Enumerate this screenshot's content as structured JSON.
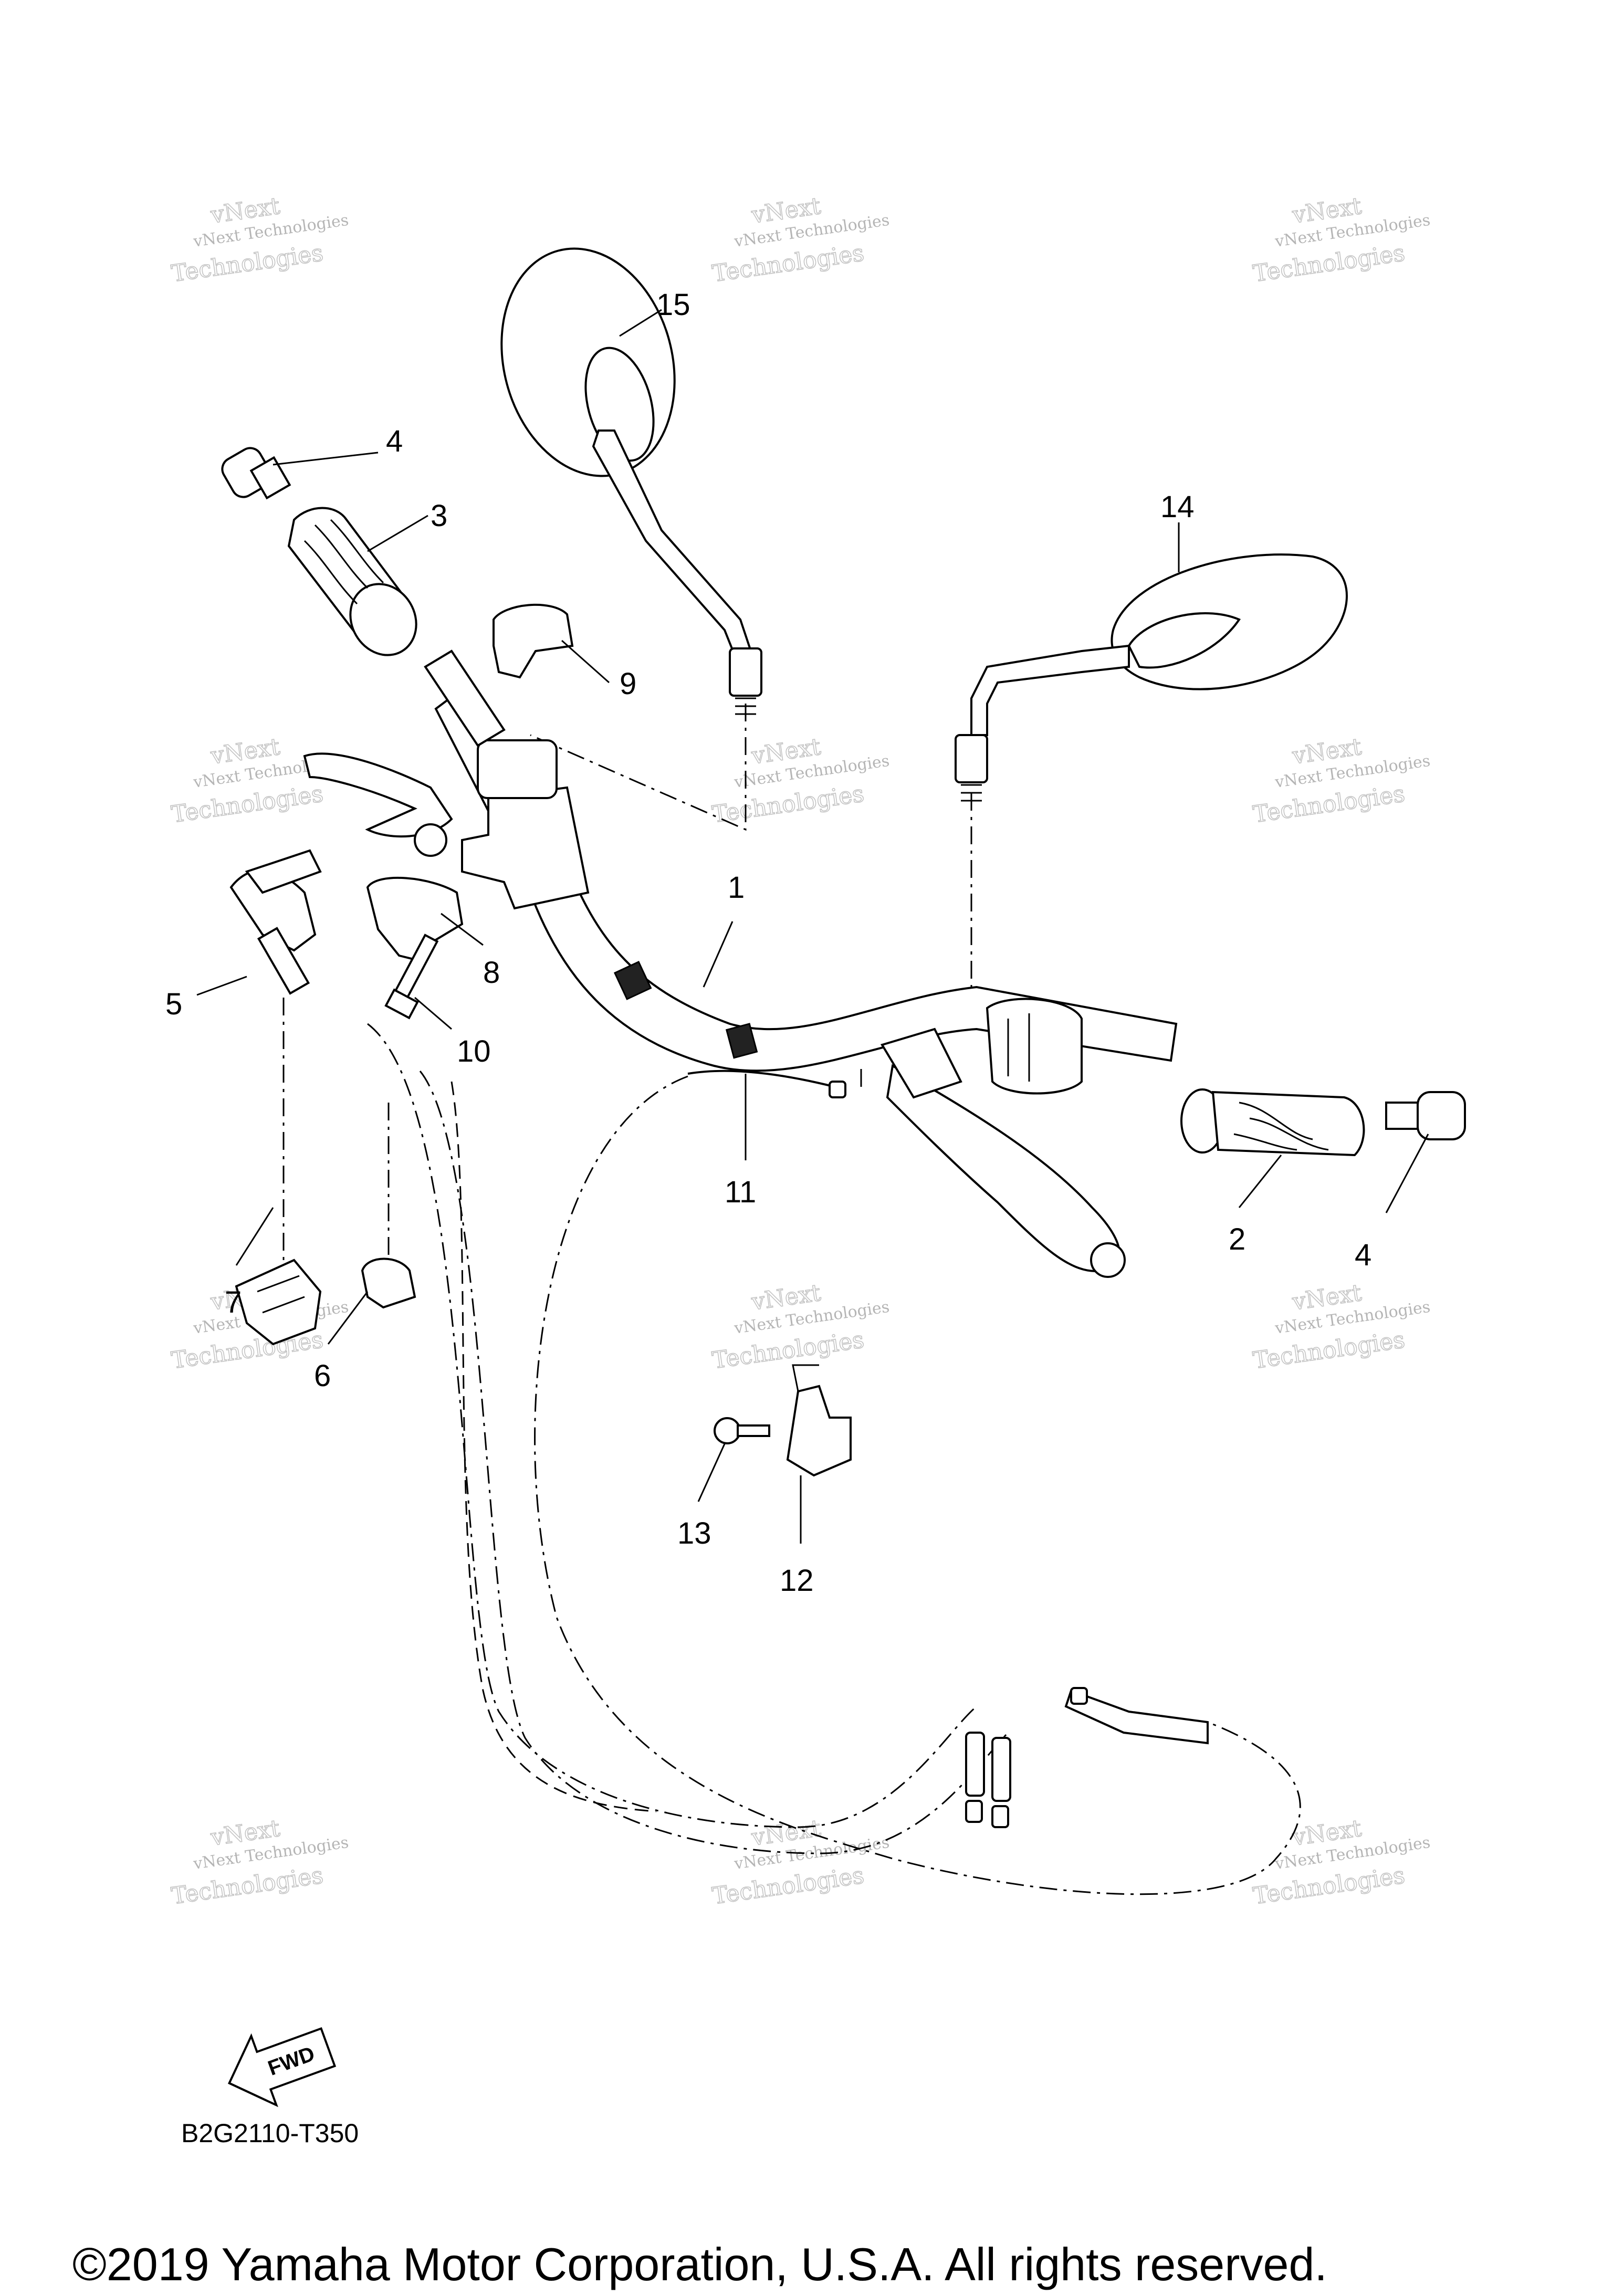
{
  "watermark": {
    "line0": "vNext",
    "line1": "vNext Technologies",
    "line2": "Technologies"
  },
  "callouts": [
    "1",
    "2",
    "3",
    "4",
    "4",
    "5",
    "6",
    "7",
    "8",
    "9",
    "10",
    "11",
    "12",
    "13",
    "14",
    "15"
  ],
  "fwd_label": "FWD",
  "diagram_code": "B2G2110-T350",
  "copyright": "©2019 Yamaha Motor Corporation, U.S.A. All rights reserved.",
  "colors": {
    "ink": "#000000",
    "watermark": "#b5b5b5",
    "background": "#ffffff"
  }
}
